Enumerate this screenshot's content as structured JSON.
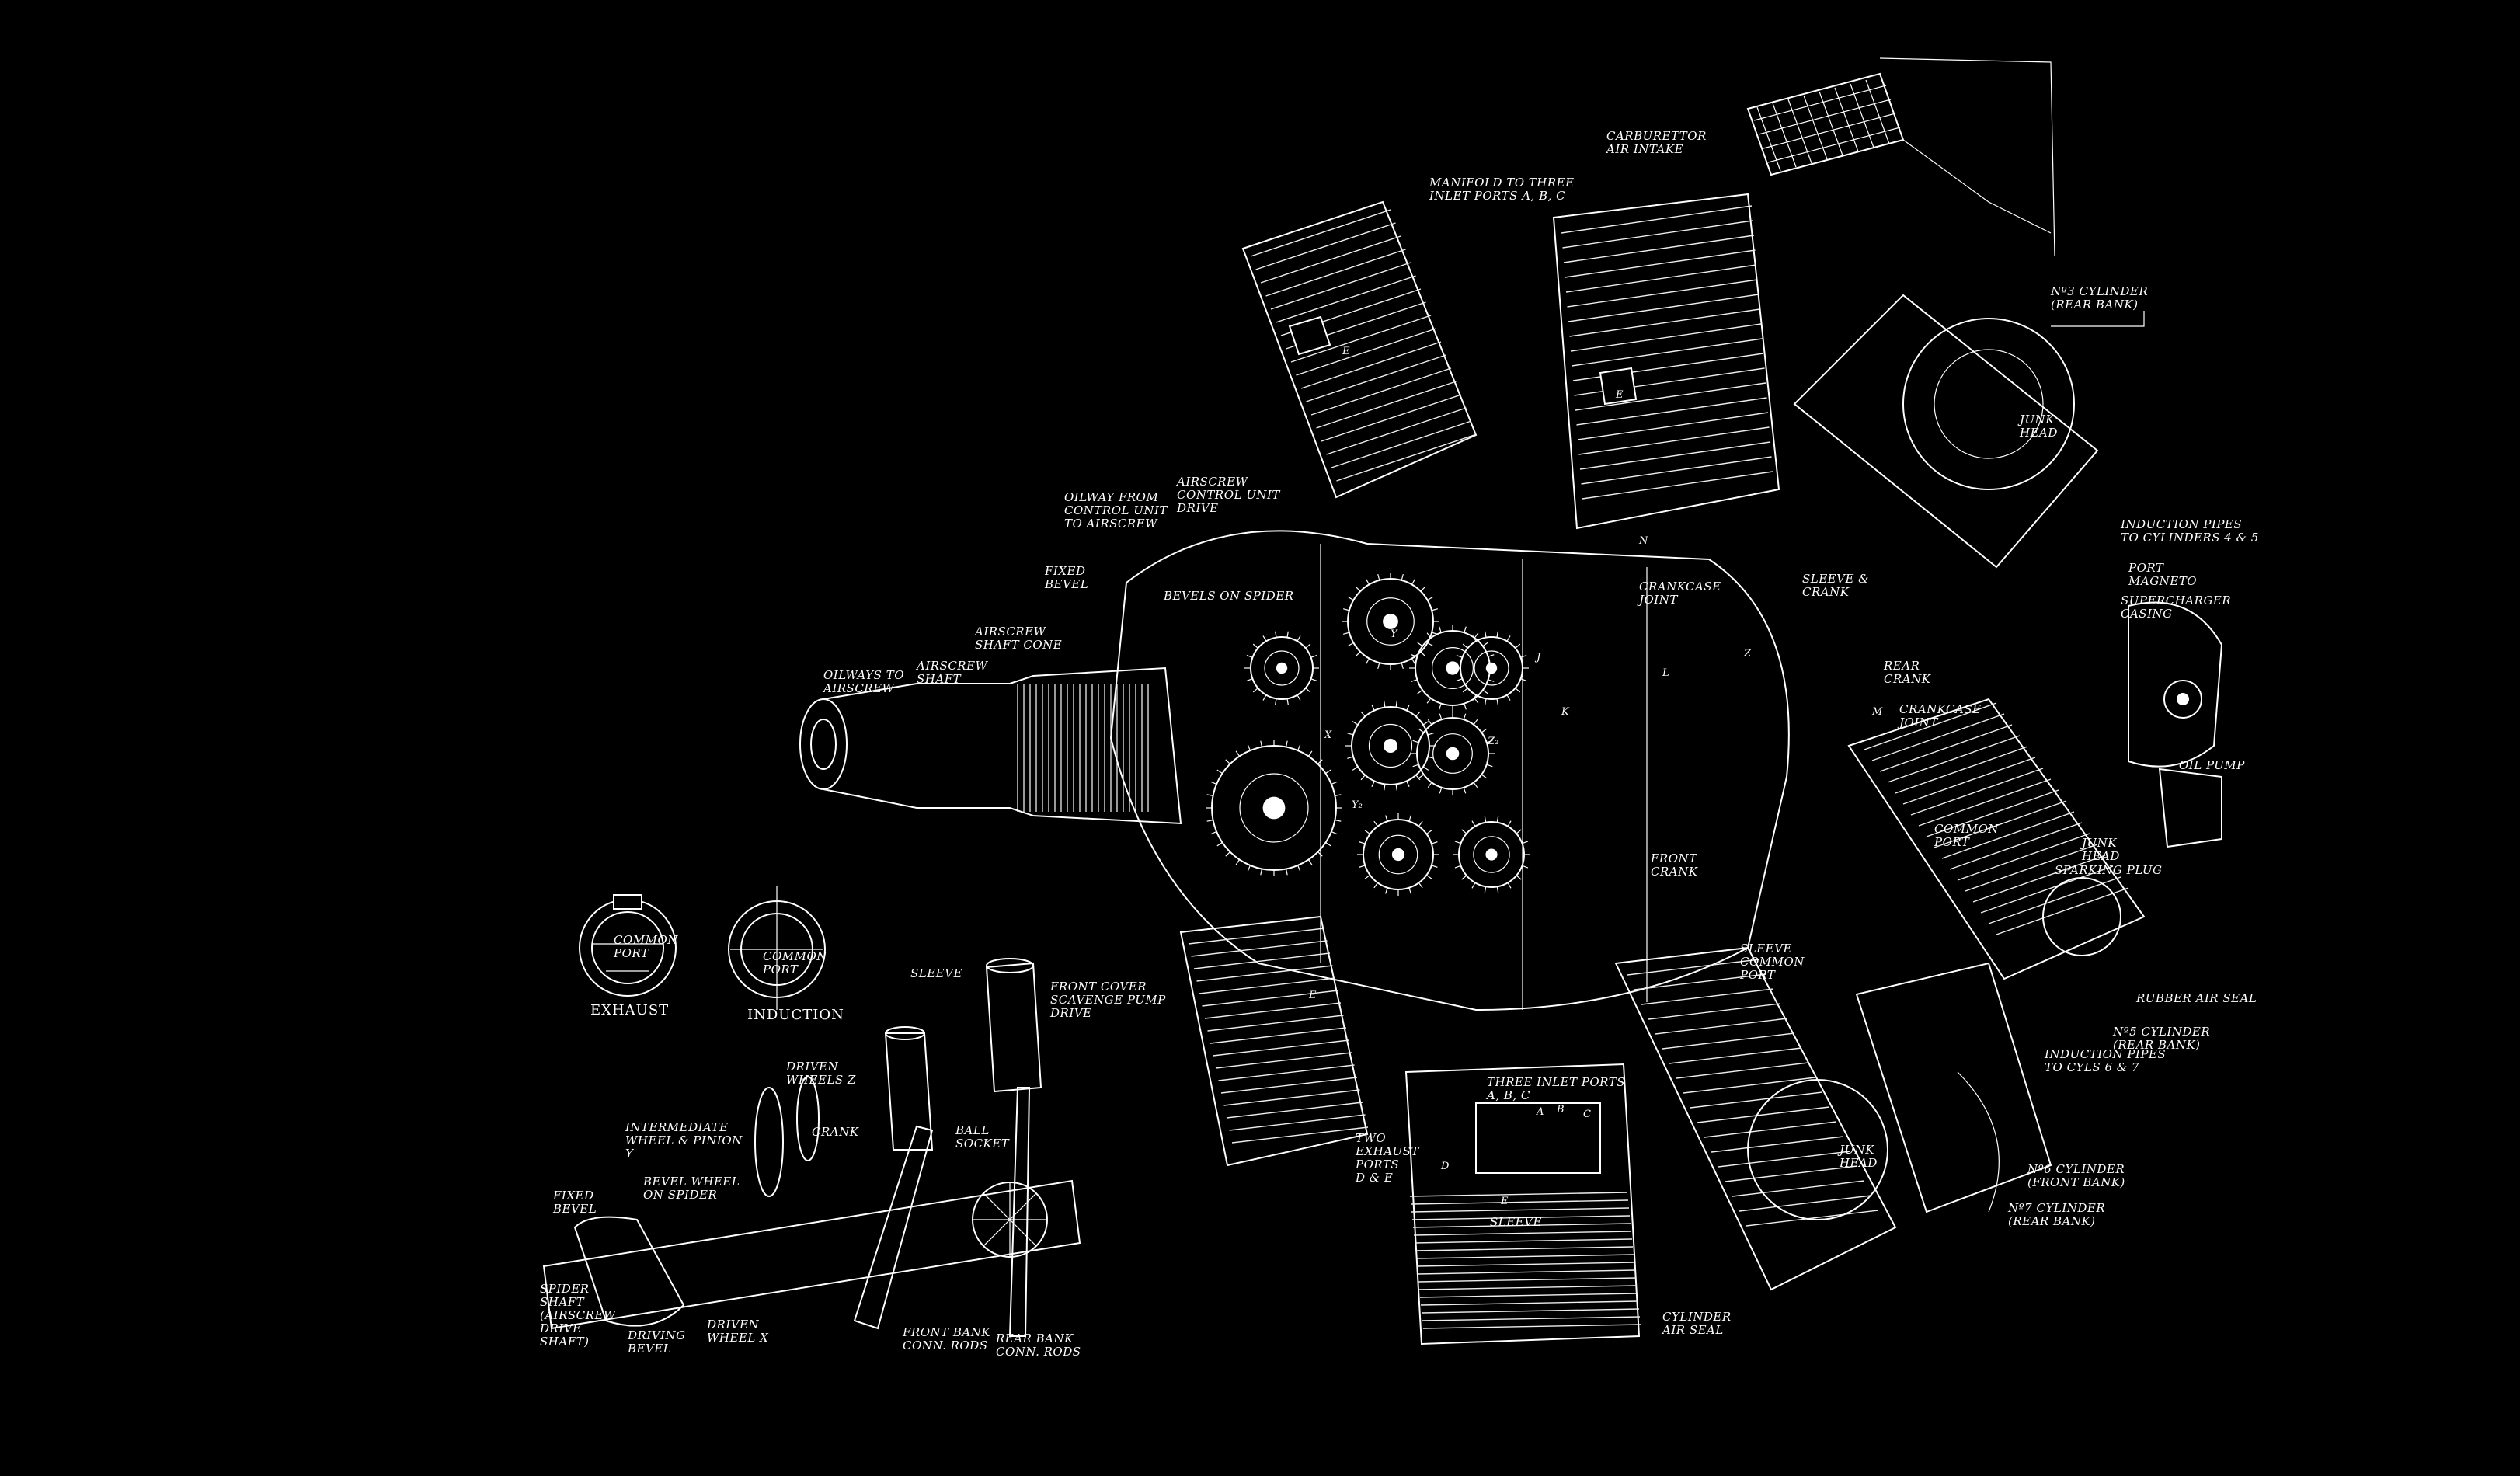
{
  "labels": {
    "carburettor": [
      "CARBURETTOR",
      "AIR INTAKE"
    ],
    "manifold": [
      "MANIFOLD TO THREE",
      "INLET PORTS A, B, C"
    ],
    "no3_cylinder": [
      "Nº3 CYLINDER",
      "(REAR BANK)"
    ],
    "junk_head_top": [
      "JUNK",
      "HEAD"
    ],
    "induction_pipes_45": [
      "INDUCTION PIPES",
      "TO CYLINDERS 4 & 5"
    ],
    "port_magneto": [
      "PORT",
      "MAGNETO"
    ],
    "supercharger_casing": [
      "SUPERCHARGER",
      "CASING"
    ],
    "oilway_control": [
      "OILWAY FROM",
      "CONTROL UNIT",
      "TO AIRSCREW"
    ],
    "airscrew_control": [
      "AIRSCREW",
      "CONTROL UNIT",
      "DRIVE"
    ],
    "fixed_bevel_main": [
      "FIXED",
      "BEVEL"
    ],
    "bevels_on_spider": "BEVELS ON SPIDER",
    "crankcase_joint_top": [
      "CRANKCASE",
      "JOINT"
    ],
    "sleeve_crank": [
      "SLEEVE &",
      "CRANK"
    ],
    "airscrew_shaft_cone": [
      "AIRSCREW",
      "SHAFT CONE"
    ],
    "airscrew_shaft": [
      "AIRSCREW",
      "SHAFT"
    ],
    "oilways_to_airscrew": [
      "OILWAYS TO",
      "AIRSCREW"
    ],
    "rear_crank": [
      "REAR",
      "CRANK"
    ],
    "crankcase_joint_mid": [
      "CRANKCASE",
      "JOINT"
    ],
    "oil_pump": "OIL PUMP",
    "common_port_main": [
      "COMMON",
      "PORT"
    ],
    "junk_head_right": [
      "JUNK",
      "HEAD"
    ],
    "sparking_plug": "SPARKING PLUG",
    "front_crank": [
      "FRONT",
      "CRANK"
    ],
    "sleeve_common_port": [
      "SLEEVE",
      "COMMON",
      "PORT"
    ],
    "rubber_air_seal": "RUBBER AIR SEAL",
    "no5_cylinder": [
      "Nº5 CYLINDER",
      "(REAR BANK)"
    ],
    "induction_pipes_67": [
      "INDUCTION PIPES",
      "TO CYLS 6 & 7"
    ],
    "three_inlet_ports": [
      "THREE INLET PORTS",
      "A, B, C"
    ],
    "two_exhaust_ports": [
      "TWO",
      "EXHAUST",
      "PORTS",
      "D & E"
    ],
    "sleeve_bottom": "SLEEVE",
    "junk_head_bottom": [
      "JUNK",
      "HEAD"
    ],
    "no6_cylinder": [
      "Nº6 CYLINDER",
      "(FRONT BANK)"
    ],
    "no7_cylinder": [
      "Nº7 CYLINDER",
      "(REAR BANK)"
    ],
    "cylinder_air_seal": [
      "CYLINDER",
      "AIR SEAL"
    ],
    "front_cover": [
      "FRONT COVER",
      "SCAVENGE PUMP",
      "DRIVE"
    ],
    "exhaust": "EXHAUST",
    "induction": "INDUCTION",
    "common_port_ex": [
      "COMMON",
      "PORT"
    ],
    "common_port_in": [
      "COMMON",
      "PORT"
    ],
    "sleeve_inset": "SLEEVE",
    "driven_wheels_z": [
      "DRIVEN",
      "WHEELS Z"
    ],
    "intermediate": [
      "INTERMEDIATE",
      "WHEEL & PINION",
      "Y"
    ],
    "crank_inset": "CRANK",
    "ball_socket": [
      "BALL",
      "SOCKET"
    ],
    "bevel_wheel_spider": [
      "BEVEL WHEEL",
      "ON SPIDER"
    ],
    "fixed_bevel_inset": [
      "FIXED",
      "BEVEL"
    ],
    "spider_shaft": [
      "SPIDER",
      "SHAFT",
      "(AIRSCREW",
      "DRIVE",
      "SHAFT)"
    ],
    "driving_bevel": [
      "DRIVING",
      "BEVEL"
    ],
    "driven_wheel_x": [
      "DRIVEN",
      "WHEEL X"
    ],
    "front_bank_rods": [
      "FRONT BANK",
      "CONN. RODS"
    ],
    "rear_bank_rods": [
      "REAR BANK",
      "CONN. RODS"
    ]
  },
  "letters": {
    "E": "E",
    "D": "D",
    "A": "A",
    "B": "B",
    "C": "C",
    "J": "J",
    "K": "K",
    "L": "L",
    "M": "M",
    "X": "X",
    "Y": "Y",
    "Y2": "Y₂",
    "Z": "Z",
    "Z2": "Z₂",
    "N": "N"
  },
  "colors": {
    "background": "#000000",
    "line": "#ffffff"
  }
}
